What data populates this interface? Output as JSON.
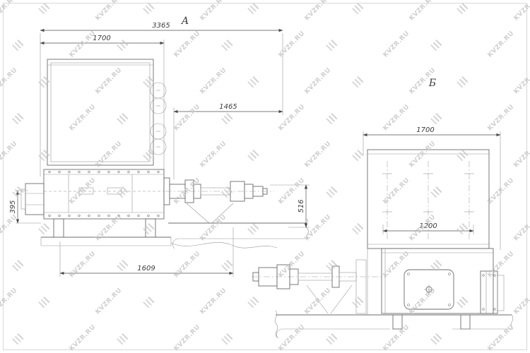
{
  "page": {
    "background": "#ffffff",
    "frame_color": "#d8d8d8"
  },
  "watermark": {
    "text": "KVZR.RU",
    "color": "#c4c4c4"
  },
  "drawing": {
    "view_a": {
      "label": "А",
      "dims": {
        "total_width": "3365",
        "hopper_width": "1700",
        "drive_span": "1465",
        "left_height": "395",
        "drive_height": "516",
        "base_width": "1609"
      }
    },
    "view_b": {
      "label": "Б",
      "dims": {
        "top_width": "1700",
        "panel_width": "1200"
      }
    }
  }
}
